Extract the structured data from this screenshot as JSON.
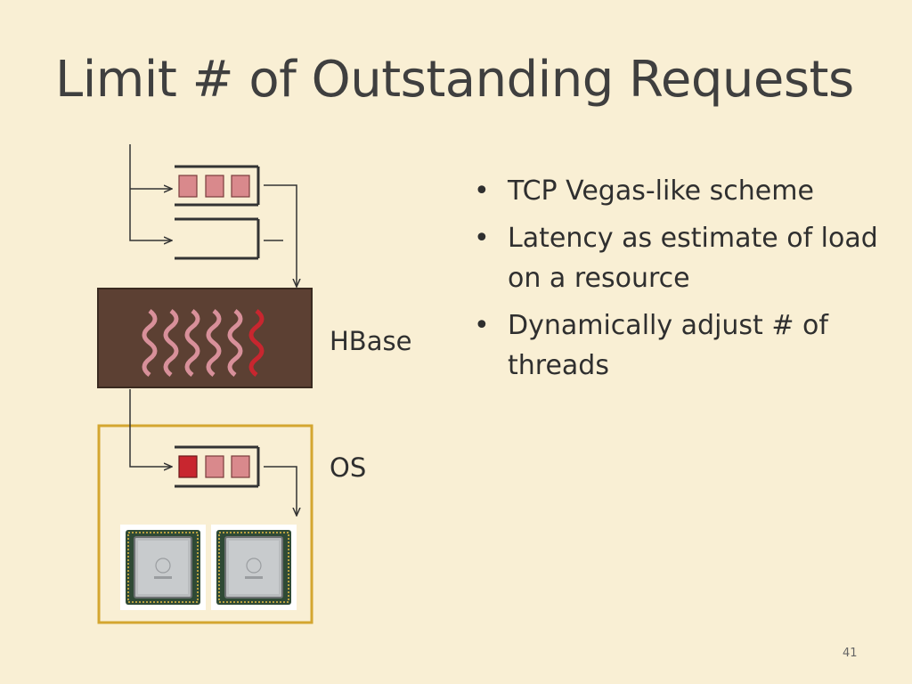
{
  "slide": {
    "title": "Limit # of Outstanding Requests",
    "page_number": "41"
  },
  "diagram": {
    "hbase_label": "HBase",
    "os_label": "OS",
    "colors": {
      "hbase_box": "#5c4033",
      "queue_slot": "#d9898c",
      "queue_slot_active": "#c8262f",
      "os_frame": "#d4a630",
      "thread_pale": "#d8909a",
      "thread_active": "#c8262f"
    },
    "icons": [
      "cpu-chip-icon",
      "cpu-chip-icon"
    ]
  },
  "bullets": [
    "TCP Vegas-like scheme",
    "Latency as estimate of load on a resource",
    "Dynamically adjust # of threads"
  ]
}
